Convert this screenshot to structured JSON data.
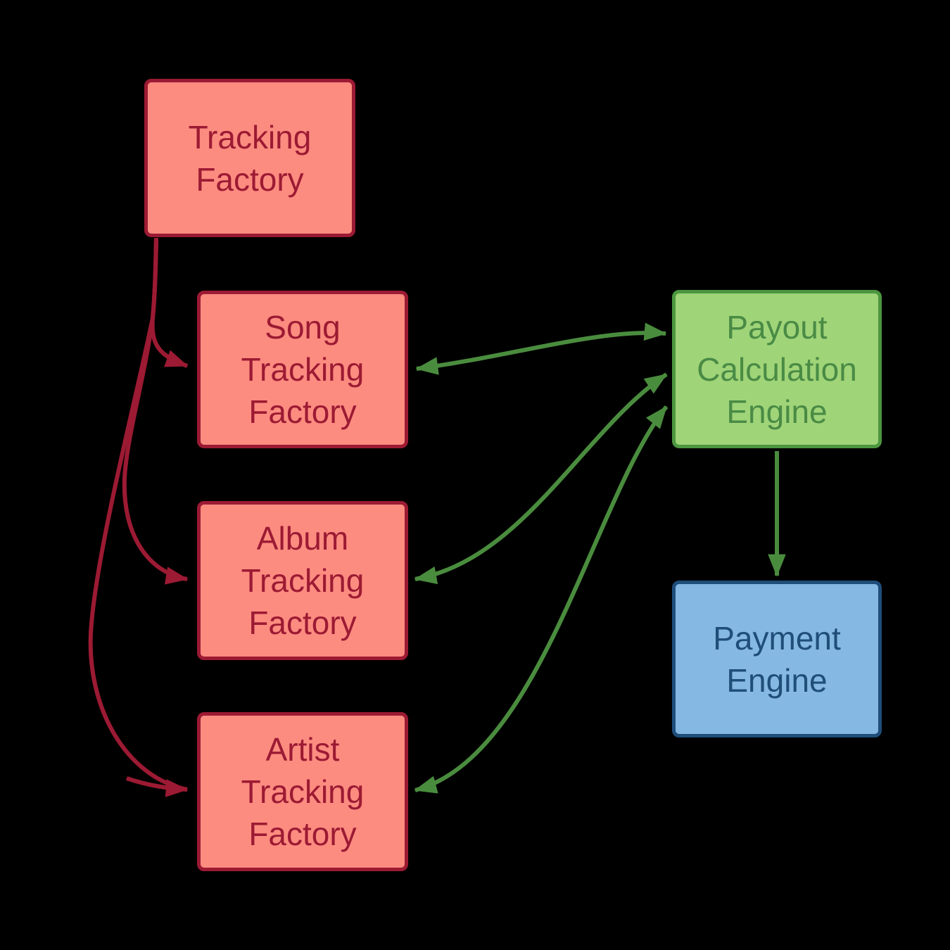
{
  "diagram": {
    "title": "",
    "background_color": "#000000",
    "nodes": {
      "tracking_factory": {
        "label": "Tracking\nFactory",
        "fill": "#FC8C80",
        "stroke": "#9C1A33",
        "text_color": "#9C1A33"
      },
      "song_tracking_factory": {
        "label": "Song\nTracking\nFactory",
        "fill": "#FC8C80",
        "stroke": "#9C1A33",
        "text_color": "#9C1A33"
      },
      "album_tracking_factory": {
        "label": "Album\nTracking\nFactory",
        "fill": "#FC8C80",
        "stroke": "#9C1A33",
        "text_color": "#9C1A33"
      },
      "artist_tracking_factory": {
        "label": "Artist\nTracking\nFactory",
        "fill": "#FC8C80",
        "stroke": "#9C1A33",
        "text_color": "#9C1A33"
      },
      "payout_calculation_engine": {
        "label": "Payout\nCalculation\nEngine",
        "fill": "#A0D478",
        "stroke": "#4D9640",
        "text_color": "#498B45"
      },
      "payment_engine": {
        "label": "Payment\nEngine",
        "fill": "#85B8E2",
        "stroke": "#1F4D79",
        "text_color": "#1F4E79"
      }
    },
    "edges": [
      {
        "from": "tracking_factory",
        "to": "song_tracking_factory",
        "direction": "one-way",
        "color": "#9C1A33"
      },
      {
        "from": "tracking_factory",
        "to": "album_tracking_factory",
        "direction": "one-way",
        "color": "#9C1A33"
      },
      {
        "from": "tracking_factory",
        "to": "artist_tracking_factory",
        "direction": "one-way",
        "color": "#9C1A33"
      },
      {
        "from": "song_tracking_factory",
        "to": "payout_calculation_engine",
        "direction": "two-way",
        "color": "#4A8C3E"
      },
      {
        "from": "album_tracking_factory",
        "to": "payout_calculation_engine",
        "direction": "two-way",
        "color": "#4A8C3E"
      },
      {
        "from": "artist_tracking_factory",
        "to": "payout_calculation_engine",
        "direction": "two-way",
        "color": "#4A8C3E"
      },
      {
        "from": "payout_calculation_engine",
        "to": "payment_engine",
        "direction": "one-way",
        "color": "#4A8C3E"
      }
    ]
  }
}
